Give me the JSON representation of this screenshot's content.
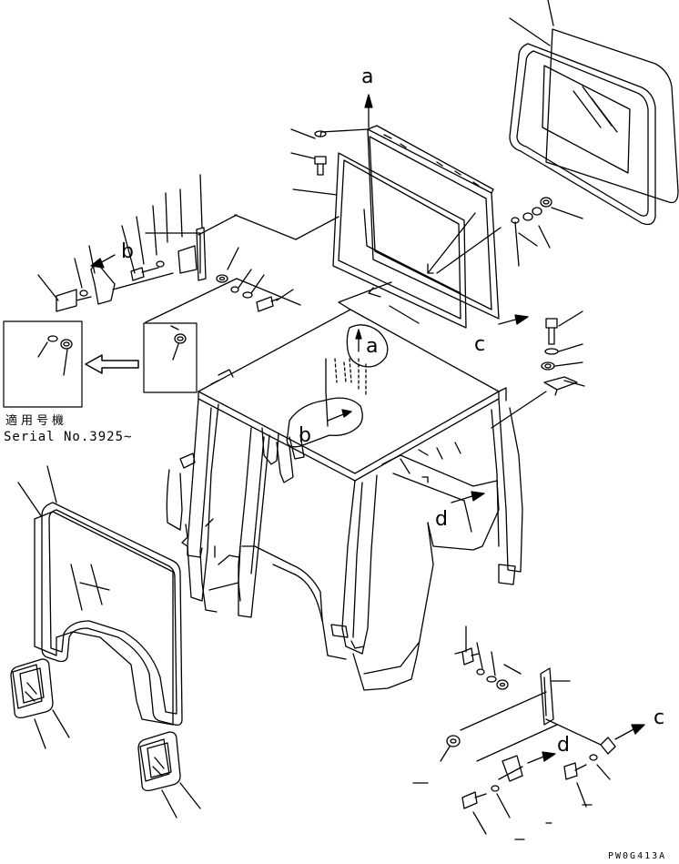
{
  "diagram": {
    "callouts": {
      "a_top": "a",
      "b_left": "b",
      "c_right": "c",
      "a_roof": "a",
      "b_roof": "b",
      "d_front": "d",
      "c_bottom": "c",
      "d_bottom": "d"
    },
    "inset": {
      "applicability_label": "適用号機",
      "serial_label": "Serial No.3925~"
    },
    "drawing_code": "PW0G413A",
    "colors": {
      "line": "#000000",
      "background": "#ffffff"
    }
  }
}
